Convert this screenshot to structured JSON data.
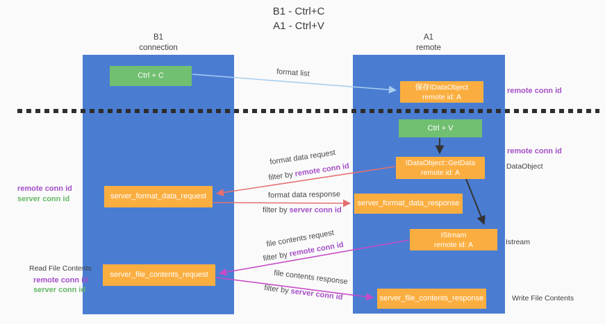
{
  "title": {
    "line1": "B1 - Ctrl+C",
    "line2": "A1 - Ctrl+V"
  },
  "columns": {
    "left": {
      "name": "B1",
      "subtitle": "connection"
    },
    "right": {
      "name": "A1",
      "subtitle": "remote"
    }
  },
  "boxes": {
    "ctrl_c": {
      "label": "Ctrl + C"
    },
    "save_idataobject": {
      "line1": "保存IDataObject",
      "line2": "remote id: A"
    },
    "ctrl_v": {
      "label": "Ctrl + V"
    },
    "getdata": {
      "line1": "IDataObject::GetData",
      "line2": "remote id: A"
    },
    "format_request": {
      "label": "server_format_data_request"
    },
    "format_response": {
      "label": "server_format_data_response"
    },
    "istream": {
      "line1": "IStream",
      "line2": "remote id: A"
    },
    "file_request": {
      "label": "server_file_contents_request"
    },
    "file_response": {
      "label": "server_file_contents_response"
    }
  },
  "arrow_labels": {
    "format_list": "format list",
    "format_data_request": "format data request",
    "format_data_request_filter_prefix": "filter by ",
    "format_data_request_filter_key": "remote conn id",
    "format_data_response": "format data response",
    "format_data_response_filter_prefix": "filter by ",
    "format_data_response_filter_key": "server conn id",
    "file_contents_request": "file contents request",
    "file_contents_request_filter_prefix": "filter by ",
    "file_contents_request_filter_key": "remote conn id",
    "file_contents_response": "file contents response",
    "file_contents_response_filter_prefix": "filter by ",
    "file_contents_response_filter_key": "server conn id"
  },
  "side_labels": {
    "left_remote_conn_id": "remote conn id",
    "left_server_conn_id": "server conn id",
    "read_file_contents": "Read File Contents",
    "left_remote_conn_id_2": "remote conn id",
    "left_server_conn_id_2": "server conn id",
    "right_remote_conn_id_1": "remote conn id",
    "right_remote_conn_id_2": "remote conn id",
    "dataobject": "DataObject",
    "istream": "Istream",
    "write_file_contents": "Write File Contents"
  },
  "colors": {
    "column_blue": "#4a7dd2",
    "box_green": "#71bf71",
    "box_orange": "#fbae40",
    "arrow_red": "#e57070",
    "arrow_magenta": "#c74bc7",
    "arrow_blue": "#a8cdf0",
    "arrow_black": "#333333",
    "text_purple": "#a44fc8",
    "text_green": "#66b966",
    "dash_black": "#2d2d2d"
  }
}
